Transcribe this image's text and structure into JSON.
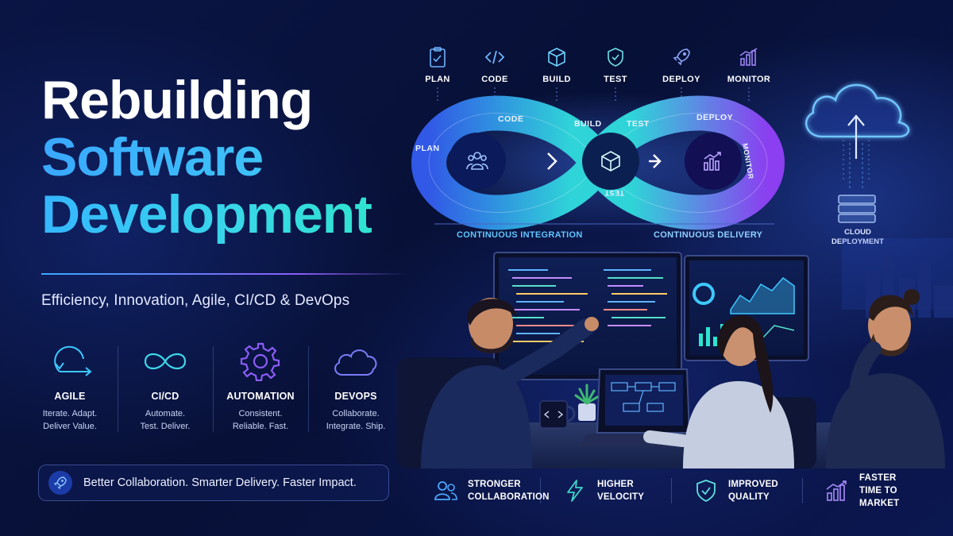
{
  "title": {
    "line1": "Rebuilding",
    "line2": "Software",
    "line3": "Development"
  },
  "subtitle": "Efficiency, Innovation, Agile, CI/CD & DevOps",
  "pillars": [
    {
      "name": "AGILE",
      "desc": "Iterate. Adapt.\nDeliver Value.",
      "icon": "agile-cycle-icon",
      "color": "#3ec8ff"
    },
    {
      "name": "CI/CD",
      "desc": "Automate.\nTest. Deliver.",
      "icon": "infinity-icon",
      "color": "#3ed6e8"
    },
    {
      "name": "AUTOMATION",
      "desc": "Consistent.\nReliable. Fast.",
      "icon": "gear-icon",
      "color": "#8b5cf6"
    },
    {
      "name": "DEVOPS",
      "desc": "Collaborate.\nIntegrate. Ship.",
      "icon": "cloud-icon",
      "color": "#7b7cf6"
    }
  ],
  "tagline": "Better Collaboration. Smarter Delivery. Faster Impact.",
  "stages": [
    {
      "label": "PLAN",
      "icon": "clipboard-icon"
    },
    {
      "label": "CODE",
      "icon": "code-icon"
    },
    {
      "label": "BUILD",
      "icon": "box-icon"
    },
    {
      "label": "TEST",
      "icon": "shield-check-icon"
    },
    {
      "label": "DEPLOY",
      "icon": "rocket-icon"
    },
    {
      "label": "MONITOR",
      "icon": "bar-chart-icon"
    }
  ],
  "loop_labels": {
    "plan": "PLAN",
    "code": "CODE",
    "build": "BUILD",
    "test": "TEST",
    "deploy": "DEPLOY",
    "monitor": "MONITOR",
    "test_lower": "TEST"
  },
  "pipeline": {
    "ci": "CONTINUOUS INTEGRATION",
    "cd": "CONTINUOUS DELIVERY"
  },
  "cloud_label": "CLOUD\nDEPLOYMENT",
  "benefits": [
    {
      "text": "STRONGER\nCOLLABORATION",
      "icon": "people-icon"
    },
    {
      "text": "HIGHER\nVELOCITY",
      "icon": "lightning-icon"
    },
    {
      "text": "IMPROVED\nQUALITY",
      "icon": "shield-check-icon"
    },
    {
      "text": "FASTER\nTIME TO MARKET",
      "icon": "growth-chart-icon"
    }
  ],
  "colors": {
    "accent_blue": "#3aa8ff",
    "accent_cyan": "#2fe3d0",
    "accent_purple": "#8b5cf6",
    "background": "#071036"
  }
}
